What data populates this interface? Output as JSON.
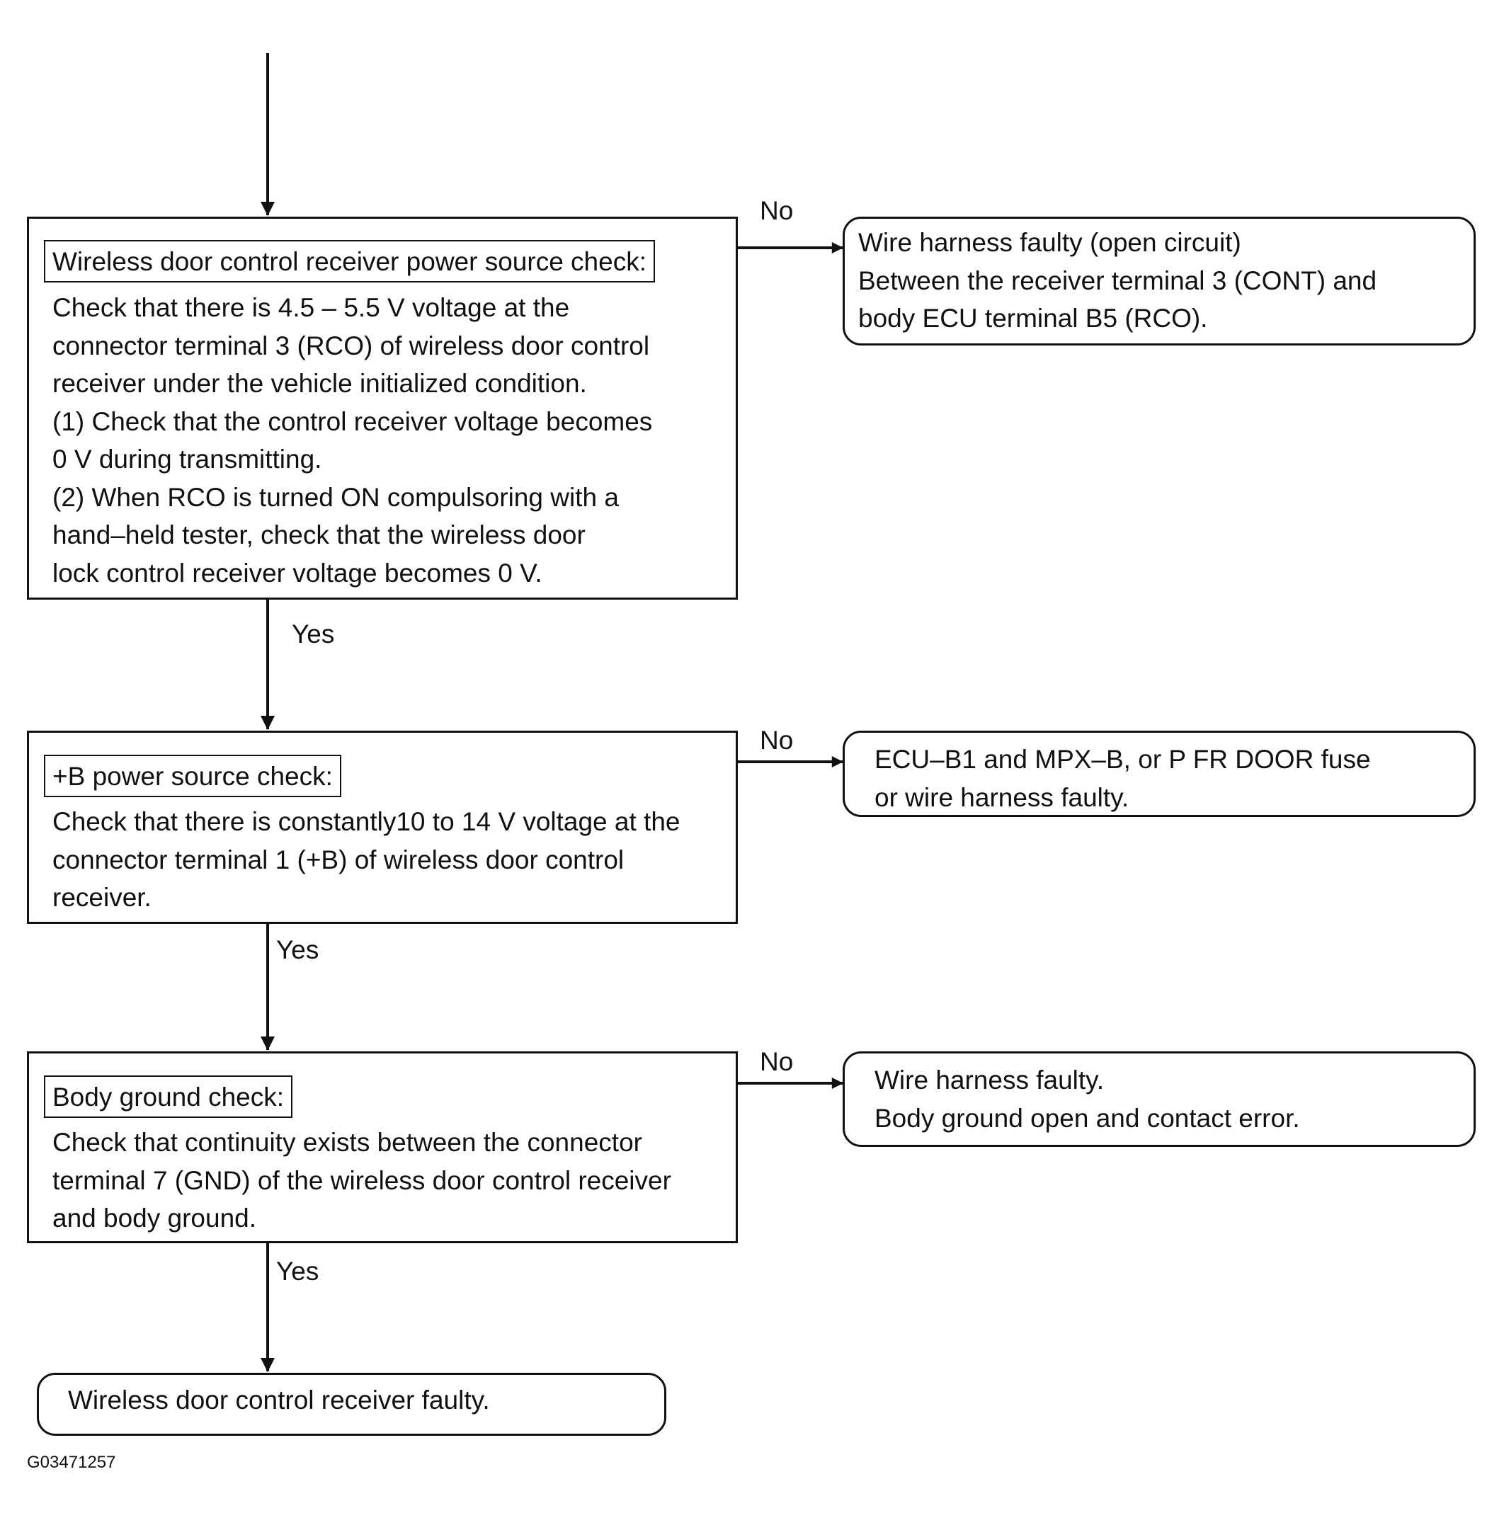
{
  "steps": [
    {
      "title": "Wireless door control receiver power source check:",
      "lines": [
        "Check that there is 4.5 – 5.5 V voltage at the",
        "connector terminal 3 (RCO) of wireless door control",
        "receiver under the vehicle initialized condition.",
        "(1) Check that the control receiver voltage becomes",
        "0 V during transmitting.",
        "(2) When RCO is turned ON compulsoring with a",
        "hand–held tester, check that the wireless door",
        "lock control receiver voltage becomes 0 V."
      ],
      "no_label": "No",
      "yes_label": "Yes",
      "no_result": [
        "Wire harness faulty (open circuit)",
        "Between the receiver terminal 3 (CONT) and",
        "body ECU terminal B5 (RCO)."
      ]
    },
    {
      "title": "+B power source check:",
      "lines": [
        "Check that there is constantly10 to 14 V voltage at the",
        "connector terminal 1 (+B) of wireless door control",
        "receiver."
      ],
      "no_label": "No",
      "yes_label": "Yes",
      "no_result": [
        "ECU–B1 and MPX–B, or P FR DOOR fuse",
        "or wire harness faulty."
      ]
    },
    {
      "title": "Body ground check:",
      "lines": [
        "Check that continuity exists between the connector",
        "terminal 7 (GND) of the wireless door control receiver",
        "and body ground."
      ],
      "no_label": "No",
      "yes_label": "Yes",
      "no_result": [
        "Wire harness faulty.",
        "Body ground open and contact error."
      ]
    }
  ],
  "final_result": "Wireless door control receiver faulty.",
  "figure_code": "G03471257"
}
